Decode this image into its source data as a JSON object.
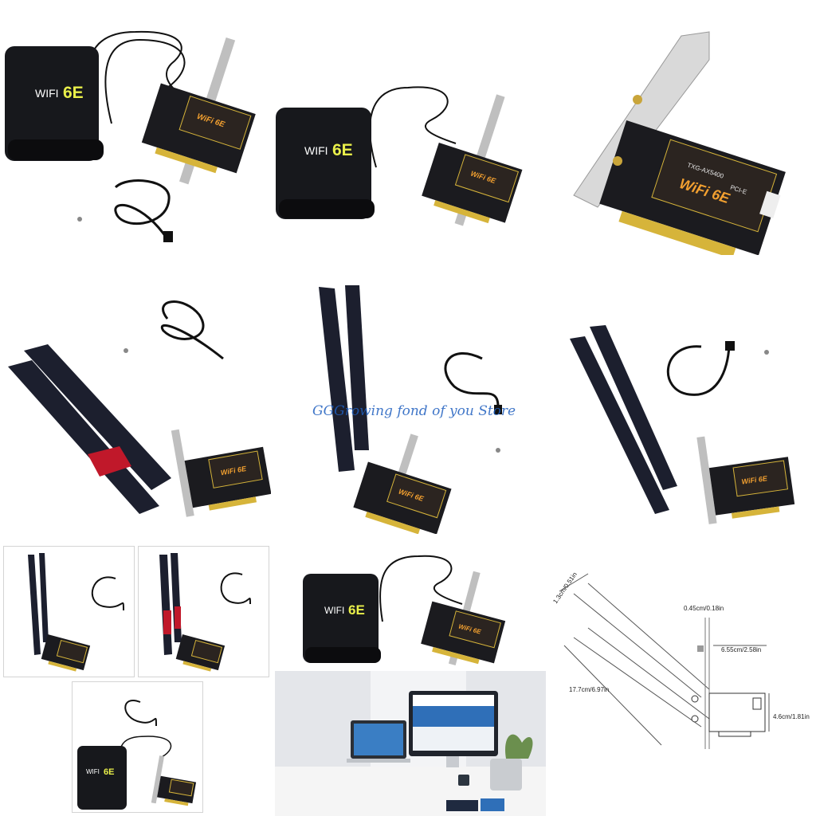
{
  "product": {
    "brand_base_text": "WIFI",
    "brand_base_accent": "6E",
    "card_label": "WiFi 6E",
    "card_model": "TXG-AX5400",
    "card_interface": "PCI-E"
  },
  "watermark": "GGGrowing fond of you Store",
  "dimensions": {
    "antenna_width": "1.3cm/0.51in",
    "bracket_thickness": "0.45cm/0.18in",
    "card_length": "6.55cm/2.58in",
    "antenna_length": "17.7cm/6.97in",
    "card_height": "4.6cm/1.81in"
  },
  "colors": {
    "card_black": "#1b1b1f",
    "card_gold": "#d6b43a",
    "antenna_red": "#c0182a",
    "base_black": "#17181c",
    "base_accent": "#e9ef4a",
    "watermark": "#1f5fbf"
  }
}
